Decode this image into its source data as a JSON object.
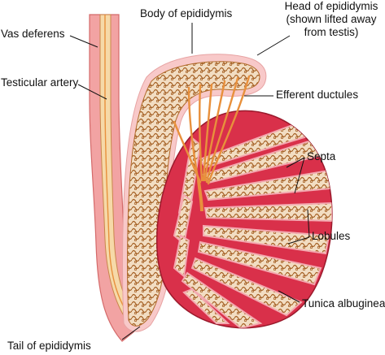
{
  "labels": {
    "body_of_epididymis": "Body of epididymis",
    "head_line1": "Head of epididymis",
    "head_line2": "(shown lifted away",
    "head_line3": "from testis)",
    "vas_deferens": "Vas deferens",
    "testicular_artery": "Testicular artery",
    "efferent_ductules": "Efferent ductules",
    "septa": "Septa",
    "lobules": "Lobules",
    "tunica_albuginea": "Tunica albuginea",
    "tail_of_epididymis": "Tail of epididymis"
  },
  "colors": {
    "testis_fill": "#d9304a",
    "testis_edge": "#9a1a2c",
    "septa_fill": "#f3a9b0",
    "tubule_fill": "#f2ddc2",
    "tubule_line": "#b06a2a",
    "duct_fill": "#e8903c",
    "artery_fill": "#f6d9a8",
    "vas_fill": "#f2a3a3",
    "epididymis_tint": "#f8c9c9",
    "leader": "#111111"
  }
}
